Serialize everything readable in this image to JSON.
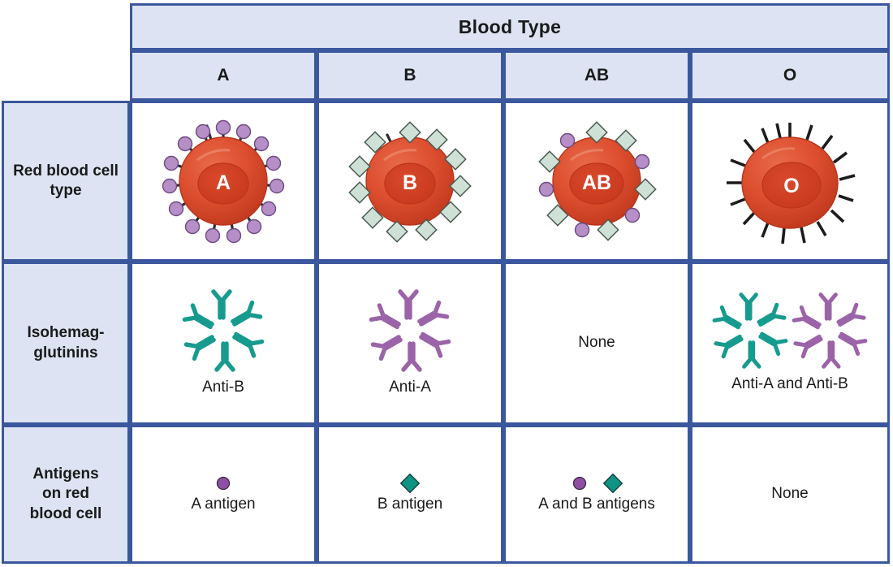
{
  "table": {
    "title": "Blood Type",
    "columns": [
      "A",
      "B",
      "AB",
      "O"
    ],
    "row_labels": {
      "cell_type": "Red blood cell type",
      "isohemagglutinins": "Isohemag-\nglutinins",
      "antigens": "Antigens\non red\nblood cell"
    },
    "rows": {
      "red_blood_cell_type": [
        {
          "label": "A",
          "antigen_shape": "circle",
          "antigen_count": 16
        },
        {
          "label": "B",
          "antigen_shape": "diamond",
          "antigen_count": 12
        },
        {
          "label": "AB",
          "antigen_shape": "circle-and-diamond",
          "antigen_count": 12
        },
        {
          "label": "O",
          "antigen_shape": "none",
          "antigen_count": 18
        }
      ],
      "isohemagglutinins": [
        {
          "caption": "Anti-B",
          "clusters": [
            "anti-b"
          ]
        },
        {
          "caption": "Anti-A",
          "clusters": [
            "anti-a"
          ]
        },
        {
          "caption": "None",
          "clusters": []
        },
        {
          "caption": "Anti-A and Anti-B",
          "clusters": [
            "anti-b",
            "anti-a"
          ]
        }
      ],
      "antigens_on_red_blood_cell": [
        {
          "caption": "A antigen",
          "markers": [
            "circle"
          ]
        },
        {
          "caption": "B antigen",
          "markers": [
            "diamond"
          ]
        },
        {
          "caption": "A and B antigens",
          "markers": [
            "circle",
            "diamond"
          ]
        },
        {
          "caption": "None",
          "markers": []
        }
      ]
    }
  },
  "colors": {
    "grid_border": "#3b579d",
    "header_fill": "#dde3f2",
    "cell_body": "#d9472c",
    "cell_rim": "#c2381f",
    "antigen_a_purple": "#8e5ba6",
    "antigen_a_light": "#b68ec8",
    "antigen_b_diamond": "#cfe0d6",
    "antibody_anti_b_teal": "#169b8e",
    "antibody_anti_a_purple": "#9b63a8",
    "marker_circle": "#8e4fa3",
    "marker_diamond": "#0f9484",
    "stalk": "#2b2b2b",
    "text": "#1a1a1a"
  }
}
